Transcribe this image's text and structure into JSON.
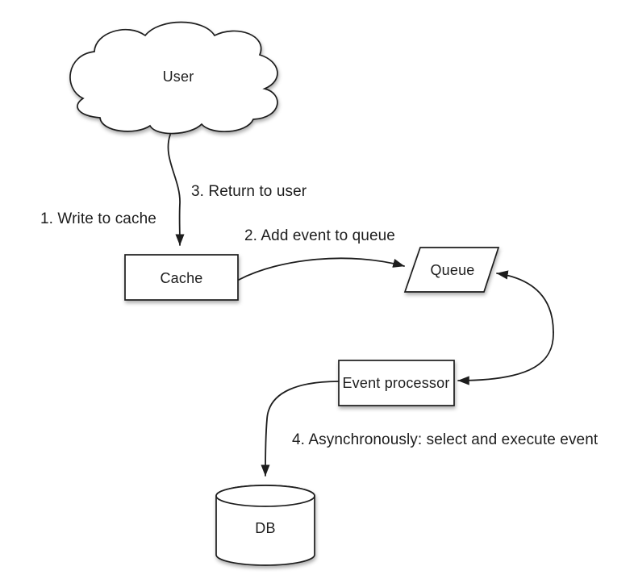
{
  "diagram": {
    "type": "flow-diagram",
    "colors": {
      "background": "#ffffff",
      "stroke": "#1d1d1d",
      "text": "#1d1d1d"
    },
    "nodes": {
      "user": {
        "label": "User",
        "shape": "cloud"
      },
      "cache": {
        "label": "Cache",
        "shape": "rectangle"
      },
      "queue": {
        "label": "Queue",
        "shape": "parallelogram"
      },
      "event_processor": {
        "label": "Event processor",
        "shape": "rectangle"
      },
      "db": {
        "label": "DB",
        "shape": "cylinder"
      }
    },
    "edges": [
      {
        "from": "user",
        "to": "cache",
        "style": "arrow"
      },
      {
        "from": "cache",
        "to": "queue",
        "style": "arrow"
      },
      {
        "from": "event_processor",
        "to": "queue",
        "style": "double-arrow"
      },
      {
        "from": "event_processor",
        "to": "db",
        "style": "arrow"
      }
    ],
    "annotations": {
      "step_1": "1. Write to cache",
      "step_2": "2. Add event to queue",
      "step_3": "3. Return to user",
      "step_4": "4. Asynchronously: select and execute event"
    }
  }
}
